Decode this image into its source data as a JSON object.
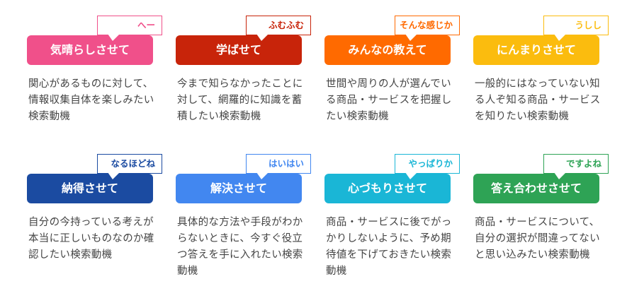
{
  "cards": [
    {
      "title": "気晴らしさせて",
      "bubble": "へー",
      "desc": "関心があるものに対して、情報収集自体を楽しみたい検索動機",
      "color": "#f0508a"
    },
    {
      "title": "学ばせて",
      "bubble": "ふむふむ",
      "desc": "今まで知らなかったことに対して、網羅的に知識を蓄積したい検索動機",
      "color": "#c8240a"
    },
    {
      "title": "みんなの教えて",
      "bubble": "そんな感じか",
      "desc": "世間や周りの人が選んでいる商品・サービスを把握したい検索動機",
      "color": "#ff6a00"
    },
    {
      "title": "にんまりさせて",
      "bubble": "うしし",
      "desc": "一般的にはなっていない知る人ぞ知る商品・サービスを知りたい検索動機",
      "color": "#fbbc0e"
    },
    {
      "title": "納得させて",
      "bubble": "なるほどね",
      "desc": "自分の今持っている考えが本当に正しいものなのか確認したい検索動機",
      "color": "#1b4ba1"
    },
    {
      "title": "解決させて",
      "bubble": "はいはい",
      "desc": "具体的な方法や手段がわからないときに、今すぐ役立つ答えを手に入れたい検索動機",
      "color": "#4287f0"
    },
    {
      "title": "心づもりさせて",
      "bubble": "やっぱりか",
      "desc": "商品・サービスに後でがっかりしないように、予め期待値を下げておきたい検索動機",
      "color": "#1ab6d6"
    },
    {
      "title": "答え合わせさせて",
      "bubble": "ですよね",
      "desc": "商品・サービスについて、自分の選択が間違ってないと思い込みたい検索動機",
      "color": "#2ea355"
    }
  ]
}
